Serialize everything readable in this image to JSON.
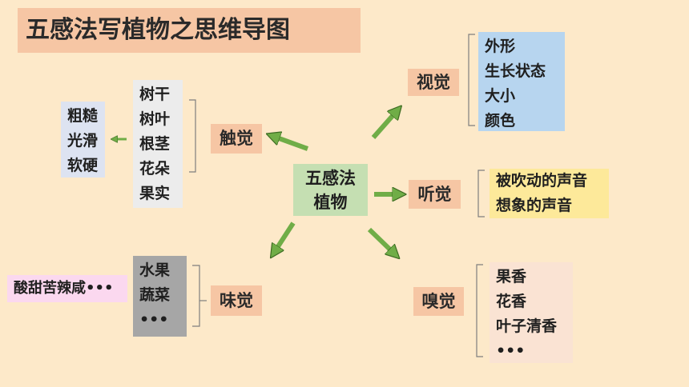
{
  "title": "五感法写植物之思维导图",
  "center": {
    "line1": "五感法",
    "line2": "植物"
  },
  "colors": {
    "background": "#fde9c9",
    "label_bg": "#f6c6a4",
    "center_bg": "#c5dfb2",
    "sight_list_bg": "#b7d5ef",
    "hearing_list_bg": "#fde99a",
    "smell_list_bg": "#fae3d3",
    "touch_list_bg": "#ececec",
    "touch_sub_bg": "#dde3f1",
    "taste_list_bg": "#a6a6a6",
    "taste_sub_bg": "#fbd8ef",
    "arrow": "#70ad47"
  },
  "branches": {
    "sight": {
      "label": "视觉",
      "items": [
        "外形",
        "生长状态",
        "大小",
        "颜色"
      ]
    },
    "hearing": {
      "label": "听觉",
      "items": [
        "被吹动的声音",
        "想象的声音"
      ]
    },
    "smell": {
      "label": "嗅觉",
      "items": [
        "果香",
        "花香",
        "叶子清香",
        "•••"
      ]
    },
    "touch": {
      "label": "触觉",
      "items": [
        "树干",
        "树叶",
        "根茎",
        "花朵",
        "果实"
      ],
      "sub_items": [
        "粗糙",
        "光滑",
        "软硬"
      ]
    },
    "taste": {
      "label": "味觉",
      "items": [
        "水果",
        "蔬菜",
        "•••"
      ],
      "sub_items": [
        "酸甜苦辣咸•••"
      ]
    }
  }
}
